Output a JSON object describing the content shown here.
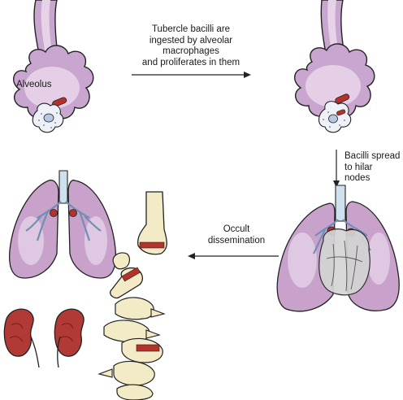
{
  "labels": {
    "alveolus": "Alveolus",
    "step1": [
      "Tubercle bacilli are",
      "ingested by alveolar",
      "macrophages",
      "and proliferates in them"
    ],
    "step2": [
      "Bacilli spread",
      "to hilar",
      "nodes"
    ],
    "step3": [
      "Occult",
      "dissemination"
    ]
  },
  "colors": {
    "alveolus_fill": "#c9a6cf",
    "alveolus_light": "#ecdcee",
    "macrophage_fill": "#eef1f8",
    "nucleus": "#b4c8e4",
    "bacilli": "#b5322c",
    "lung_fill": "#c9a2cc",
    "lung_light": "#efe2f0",
    "trachea": "#cfe0ee",
    "bronchi": "#6f8fb5",
    "heart": "#d4d4d4",
    "kidney": "#b23a36",
    "bone": "#f3ebc6",
    "outline": "#222222"
  }
}
